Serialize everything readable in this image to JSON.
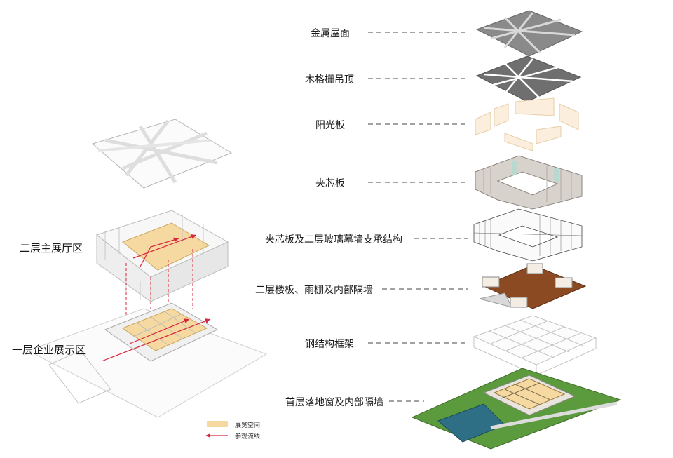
{
  "layers": [
    {
      "id": "metal-roof",
      "label": "金属屋面"
    },
    {
      "id": "wood-grille-ceiling",
      "label": "木格栅吊顶"
    },
    {
      "id": "sunshine-panel",
      "label": "阳光板"
    },
    {
      "id": "sandwich-panel",
      "label": "夹芯板"
    },
    {
      "id": "curtain-wall-support",
      "label": "夹芯板及二层玻璃幕墙支承结构"
    },
    {
      "id": "second-floor-slab",
      "label": "二层楼板、雨棚及内部隔墙"
    },
    {
      "id": "steel-frame",
      "label": "钢结构框架"
    },
    {
      "id": "ground-floor",
      "label": "首层落地窗及内部隔墙"
    }
  ],
  "zones": {
    "second_floor": "二层主展厅区",
    "first_floor": "一层企业展示区"
  },
  "legend": {
    "exhibition_space": "展览空间",
    "visitor_flow": "参观流线"
  },
  "colors": {
    "exhibition": "#f5d9a0",
    "flow": "#d7263d",
    "roof": "#8a8a8a",
    "wood_slab": "#8c4a22",
    "grass": "#5c9a3e",
    "pool": "#2f6f86"
  }
}
